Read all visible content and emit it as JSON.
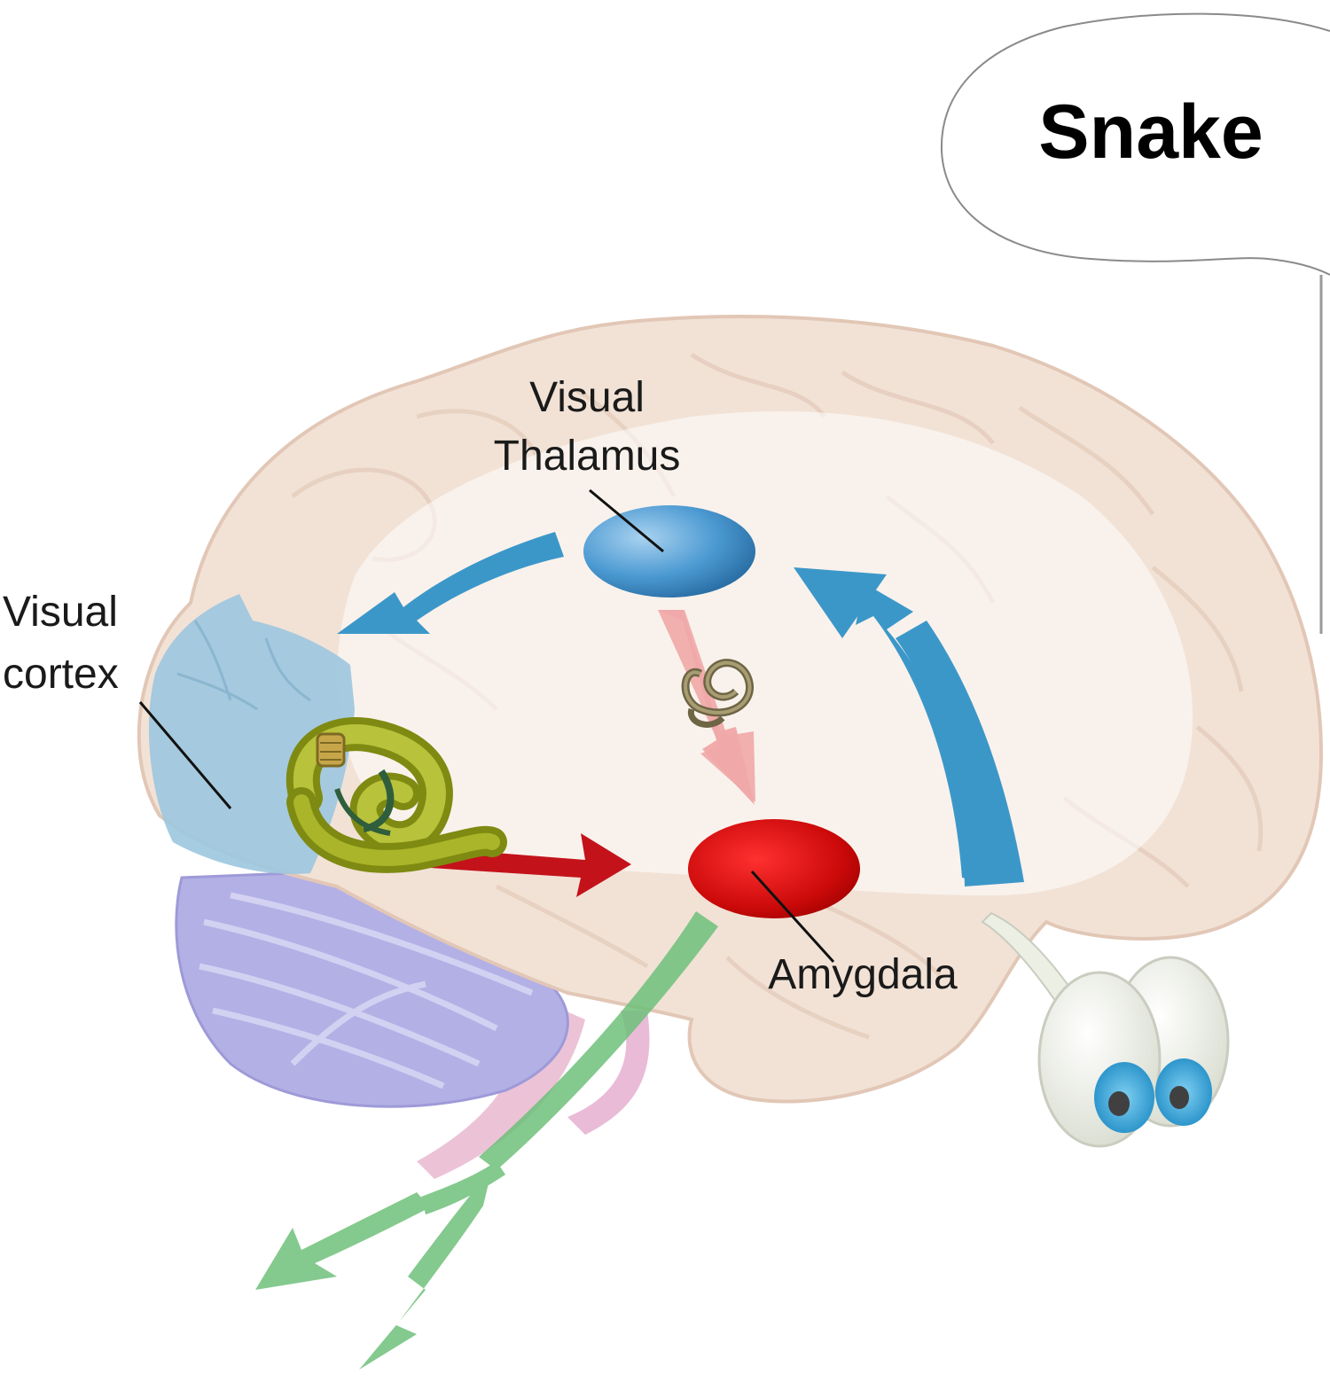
{
  "bubble": {
    "text": "Snake"
  },
  "labels": {
    "visual_thalamus": [
      "Visual",
      "Thalamus"
    ],
    "visual_cortex": [
      "Visual",
      "cortex"
    ],
    "amygdala": "Amygdala"
  },
  "colors": {
    "brain_fill": "#f2e2d6",
    "brain_outline": "#e2c7b6",
    "visual_pathway_blue": "#3c97c9",
    "visual_cortex_blue": "#9cc6df",
    "thalamus_blue": "#3f8fc8",
    "amygdala_red": "#d40f0f",
    "cortex_to_amygdala_arrow": "#c4121b",
    "thalamus_to_amygdala_arrow": "#f0a7a7",
    "output_green": "#6fc07a",
    "cerebellum_purple": "#b3b0e6",
    "snake_green": "#9aa51c",
    "eye_iris": "#3aa6d8"
  },
  "icons": [
    "snake-coiled-icon",
    "snake-small-icon",
    "eyes-icon",
    "speech-bubble"
  ]
}
